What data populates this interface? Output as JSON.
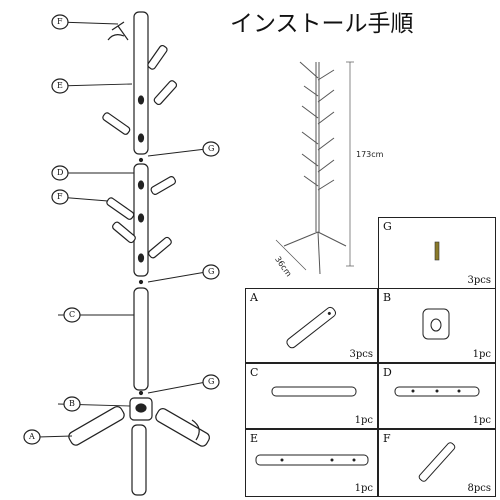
{
  "title": "インストール手順",
  "dimensions": {
    "height": "173cm",
    "base": "36cm"
  },
  "callouts": [
    "F",
    "E",
    "D",
    "F",
    "G",
    "G",
    "C",
    "G",
    "B",
    "A"
  ],
  "parts": [
    {
      "letter": "A",
      "qty": "3pcs"
    },
    {
      "letter": "B",
      "qty": "1pc"
    },
    {
      "letter": "C",
      "qty": "1pc"
    },
    {
      "letter": "D",
      "qty": "1pc"
    },
    {
      "letter": "E",
      "qty": "1pc"
    },
    {
      "letter": "F",
      "qty": "8pcs"
    },
    {
      "letter": "G",
      "qty": "3pcs"
    }
  ]
}
